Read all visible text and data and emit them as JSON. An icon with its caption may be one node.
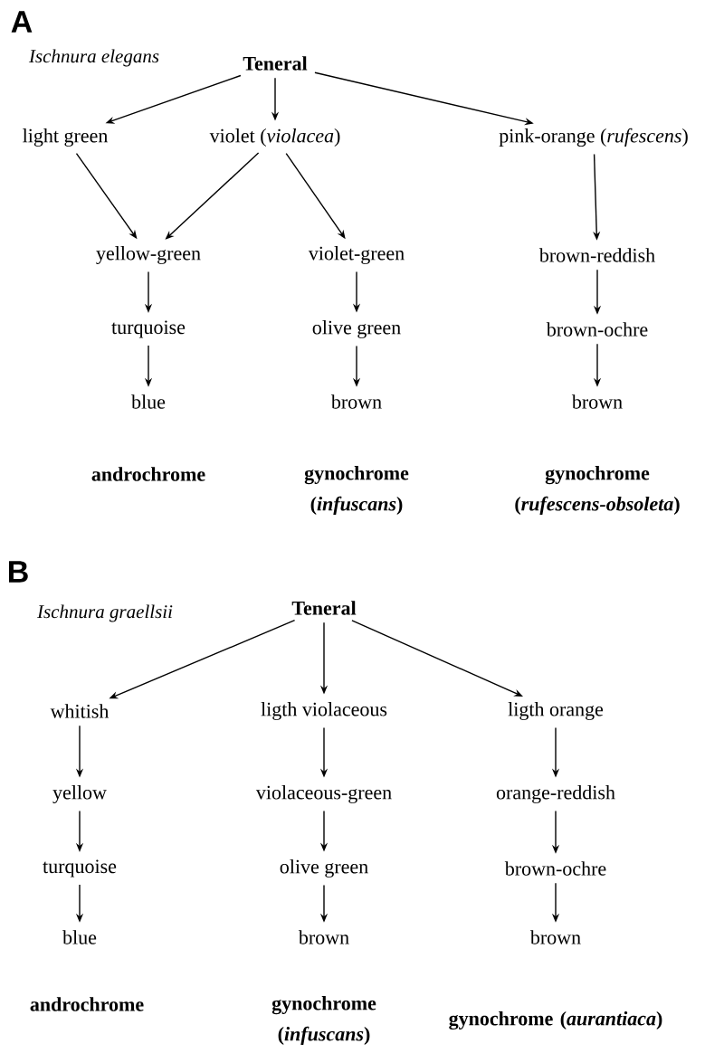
{
  "diagram": {
    "nodes": [
      {
        "text": [
          "Teneral"
        ]
      },
      {
        "text": [
          "light green"
        ]
      },
      {
        "text": [
          "violet (*violacea*)"
        ]
      },
      {
        "text": [
          "pink-orange (*rufescens*)"
        ]
      },
      {
        "text": [
          "yellow-green"
        ]
      },
      {
        "text": [
          "violet-green"
        ]
      },
      {
        "text": [
          "brown-reddish"
        ]
      },
      {
        "text": [
          "turquoise"
        ]
      },
      {
        "text": [
          "olive green"
        ]
      },
      {
        "text": [
          "brown-ochre"
        ]
      },
      {
        "text": [
          "blue"
        ]
      },
      {
        "text": [
          "brown"
        ]
      },
      {
        "text": [
          "brown"
        ]
      },
      {
        "text": [
          "Teneral"
        ]
      },
      {
        "text": [
          "whitish"
        ]
      },
      {
        "text": [
          "ligth violaceous"
        ]
      },
      {
        "text": [
          "ligth orange"
        ]
      },
      {
        "text": [
          "yellow"
        ]
      },
      {
        "text": [
          "violaceous-green"
        ]
      },
      {
        "text": [
          "orange-reddish"
        ]
      },
      {
        "text": [
          "turquoise"
        ]
      },
      {
        "text": [
          "olive green"
        ]
      },
      {
        "text": [
          "brown-ochre"
        ]
      },
      {
        "text": [
          "blue"
        ]
      },
      {
        "text": [
          "brown"
        ]
      },
      {
        "text": [
          "brown"
        ]
      }
    ],
    "edges": [
      {
        "from": 0,
        "to": 1,
        "arrow": "to"
      },
      {
        "from": 0,
        "to": 2,
        "arrow": "to"
      },
      {
        "from": 0,
        "to": 3,
        "arrow": "to"
      },
      {
        "from": 1,
        "to": 4,
        "arrow": "to"
      },
      {
        "from": 2,
        "to": 4,
        "arrow": "to"
      },
      {
        "from": 2,
        "to": 5,
        "arrow": "to"
      },
      {
        "from": 3,
        "to": 6,
        "arrow": "to"
      },
      {
        "from": 4,
        "to": 7,
        "arrow": "to"
      },
      {
        "from": 7,
        "to": 10,
        "arrow": "to"
      },
      {
        "from": 5,
        "to": 8,
        "arrow": "to"
      },
      {
        "from": 8,
        "to": 11,
        "arrow": "to"
      },
      {
        "from": 6,
        "to": 9,
        "arrow": "to"
      },
      {
        "from": 9,
        "to": 12,
        "arrow": "to"
      },
      {
        "from": 13,
        "to": 14,
        "arrow": "to"
      },
      {
        "from": 13,
        "to": 15,
        "arrow": "to"
      },
      {
        "from": 13,
        "to": 16,
        "arrow": "to"
      },
      {
        "from": 14,
        "to": 17,
        "arrow": "to"
      },
      {
        "from": 17,
        "to": 20,
        "arrow": "to"
      },
      {
        "from": 20,
        "to": 23,
        "arrow": "to"
      },
      {
        "from": 15,
        "to": 18,
        "arrow": "to"
      },
      {
        "from": 18,
        "to": 21,
        "arrow": "to"
      },
      {
        "from": 21,
        "to": 24,
        "arrow": "to"
      },
      {
        "from": 16,
        "to": 19,
        "arrow": "to"
      },
      {
        "from": 19,
        "to": 22,
        "arrow": "to"
      },
      {
        "from": 22,
        "to": 25,
        "arrow": "to"
      }
    ],
    "labels": [
      "A",
      "Ischnura elegans",
      "androchrome",
      "gynochrome (*infuscans*)",
      "gynochrome (*rufescens-obsoleta*)",
      "B",
      "Ischnura graellsii",
      "androchrome",
      "gynochrome (*infuscans*)",
      "gynochrome (*aurantiaca*)"
    ]
  }
}
